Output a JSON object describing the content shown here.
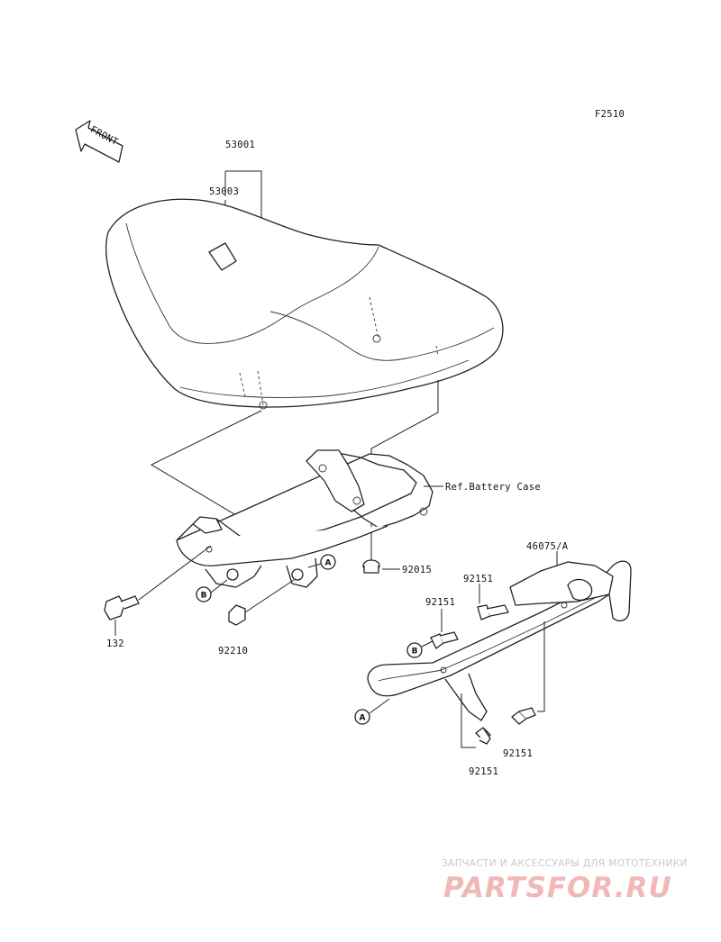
{
  "figure_code": "F2510",
  "front_arrow": "FRONT",
  "part_labels": {
    "seat_assembly": "53001",
    "seat_strap": "53003",
    "reference": "Ref.Battery Case",
    "grommet": "92015",
    "guard_assembly": "46075/A",
    "bolt_upper": "92151",
    "bolt_middle": "92151",
    "bolt_rear": "92151",
    "bolt_lower": "92151",
    "bolt_front": "132",
    "nut": "92210"
  },
  "callouts": {
    "a_upper": "A",
    "b_left": "B",
    "b_right": "B",
    "a_lower": "A"
  },
  "watermark": {
    "line1": "ЗАПЧАСТИ И АКСЕССУАРЫ ДЛЯ МОТОТЕХНИКИ",
    "line2": "PARTSFOR.RU"
  }
}
